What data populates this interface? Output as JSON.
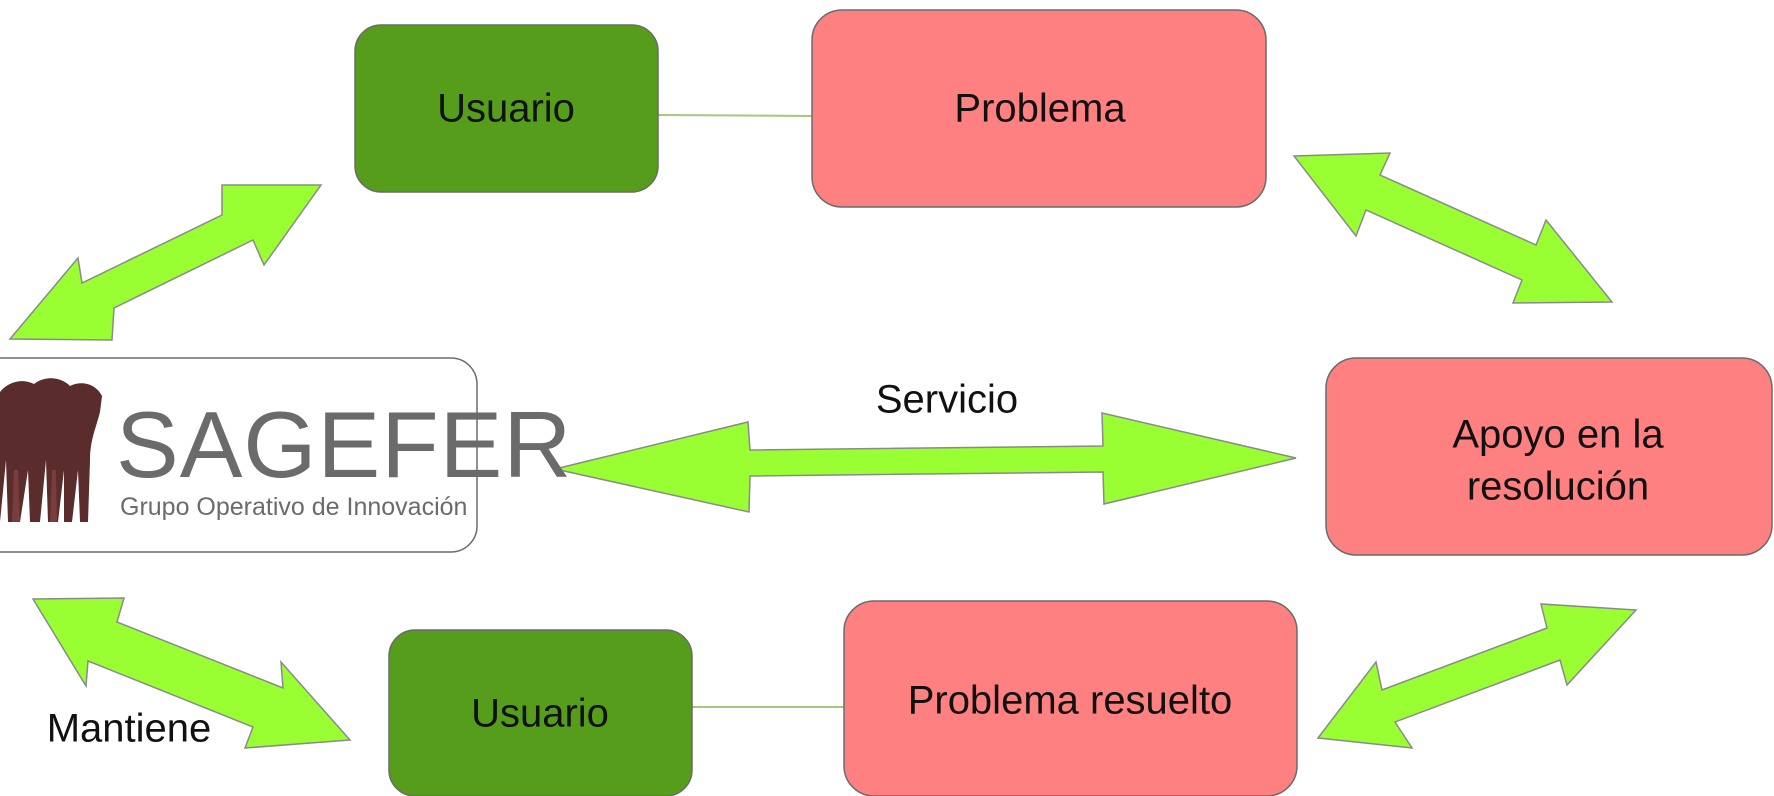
{
  "colors": {
    "user_box": "#579d1c",
    "problem_box": "#ff8080",
    "arrow": "#99ff33",
    "connector": "#a6c87a",
    "logo_text": "#6b6b6b",
    "logo_trees": "#5a2c2c"
  },
  "nodes": {
    "usuario_top": {
      "label": "Usuario"
    },
    "problema": {
      "label": "Problema"
    },
    "apoyo": {
      "label_line1": "Apoyo en la",
      "label_line2": "resolución"
    },
    "problema_resuelto": {
      "label": "Problema resuelto"
    },
    "usuario_bottom": {
      "label": "Usuario"
    }
  },
  "logo": {
    "title": "SAGEFER",
    "subtitle": "Grupo Operativo de Innovación"
  },
  "labels": {
    "servicio": "Servicio",
    "mantiene": "Mantiene"
  },
  "edges": [
    {
      "from": "logo",
      "to": "usuario_top",
      "type": "double-arrow"
    },
    {
      "from": "usuario_top",
      "to": "problema",
      "type": "line"
    },
    {
      "from": "problema",
      "to": "apoyo",
      "type": "double-arrow"
    },
    {
      "from": "logo",
      "to": "apoyo",
      "type": "double-arrow",
      "label": "Servicio"
    },
    {
      "from": "apoyo",
      "to": "problema_resuelto",
      "type": "double-arrow"
    },
    {
      "from": "problema_resuelto",
      "to": "usuario_bottom",
      "type": "line"
    },
    {
      "from": "usuario_bottom",
      "to": "logo",
      "type": "double-arrow",
      "label": "Mantiene"
    }
  ]
}
